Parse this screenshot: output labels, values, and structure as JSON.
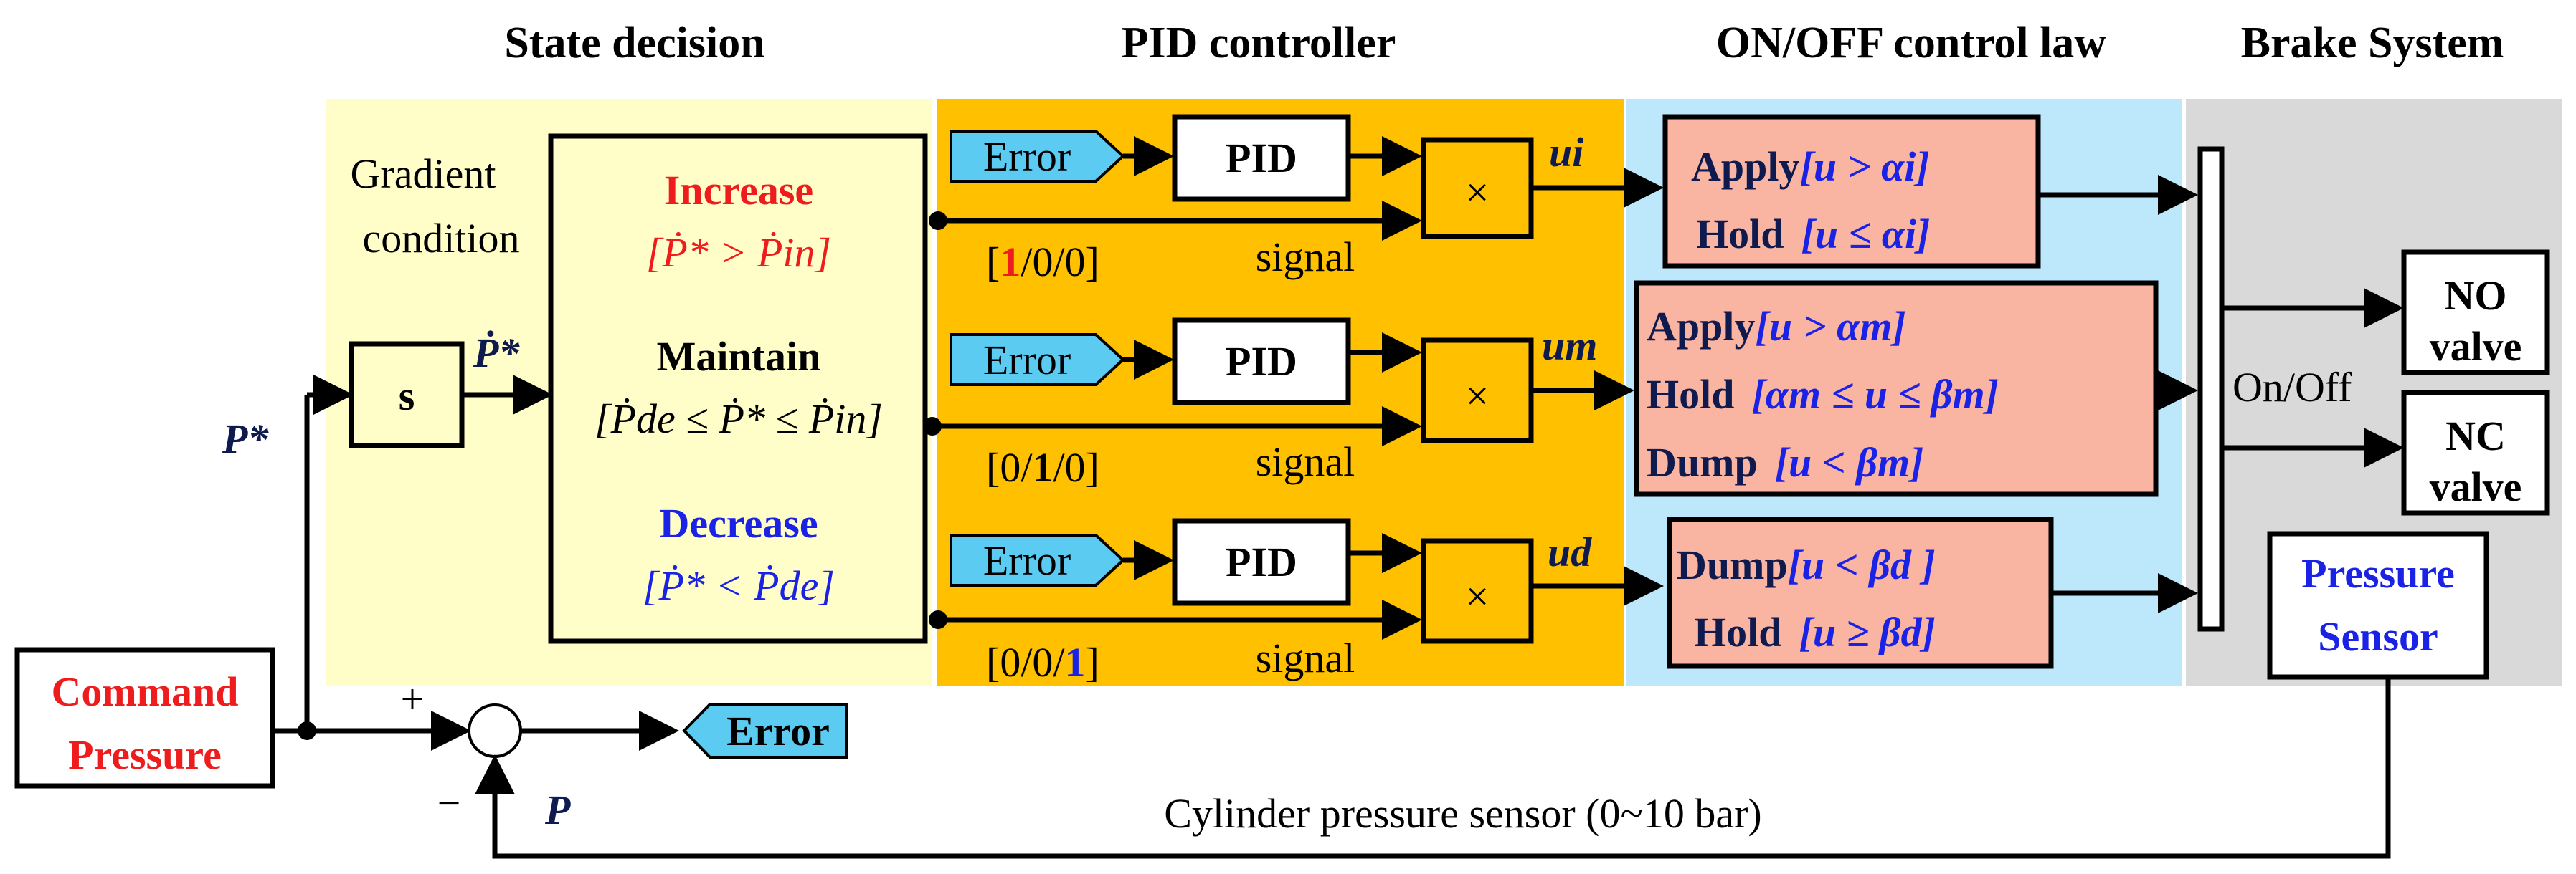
{
  "headers": {
    "state_decision": "State decision",
    "pid_controller": "PID controller",
    "onoff_law": "ON/OFF control law",
    "brake_system": "Brake System"
  },
  "state": {
    "gradient_line1": "Gradient",
    "gradient_line2": "condition",
    "s_block": "s",
    "increase_label": "Increase",
    "maintain_label": "Maintain",
    "decrease_label": "Decrease",
    "increase_cond": "[Ṗ* > Ṗin]",
    "maintain_cond": "[Ṗde ≤ Ṗ* ≤ Ṗin]",
    "decrease_cond": "[Ṗ* < Ṗde]"
  },
  "signals": {
    "p_star": "P*",
    "p_dot_star": "Ṗ*",
    "p": "P",
    "plus": "+",
    "minus": "−",
    "u_i": "ui",
    "u_m": "um",
    "u_d": "ud"
  },
  "pid": {
    "error_tag": "Error",
    "pid_block": "PID",
    "multiply": "×",
    "signal_label": "signal",
    "code1_pre": "[",
    "code1_hi": "1",
    "code1_post": "/0/0]",
    "code2_pre": "[0/",
    "code2_hi": "1",
    "code2_post": "/0]",
    "code3_pre": "[0/0/",
    "code3_hi": "1",
    "code3_post": "]"
  },
  "law": {
    "apply": "Apply",
    "hold": "Hold",
    "dump": "Dump",
    "i_apply_cond": "[u > αi]",
    "i_hold_cond": "[u ≤ αi]",
    "m_apply_cond": "[u > αm]",
    "m_hold_cond": "[αm ≤ u ≤ βm]",
    "m_dump_cond": "[u < βm]",
    "d_dump_cond": "[u < βd ]",
    "d_hold_cond": "[u ≥ βd]"
  },
  "brake": {
    "onoff": "On/Off",
    "no": "NO",
    "nc": "NC",
    "valve": "valve",
    "sensor_line1": "Pressure",
    "sensor_line2": "Sensor"
  },
  "command": {
    "line1": "Command",
    "line2": "Pressure"
  },
  "feedback": {
    "error_tag": "Error",
    "cylinder_label": "Cylinder pressure sensor (0~10 bar)"
  },
  "colors": {
    "state_bg": "#fffdc8",
    "pid_bg": "#ffc000",
    "law_bg": "#bde7fb",
    "brake_bg": "#d9d9d9",
    "law_box": "#f9b5a2",
    "error_tag": "#5ccbf2",
    "accent_red": "#ee1c1c",
    "accent_blue": "#1a22e6",
    "navy": "#0f1a4f"
  },
  "icons": [
    "summing-junction-icon",
    "multiply-icon",
    "arrow-icon"
  ]
}
